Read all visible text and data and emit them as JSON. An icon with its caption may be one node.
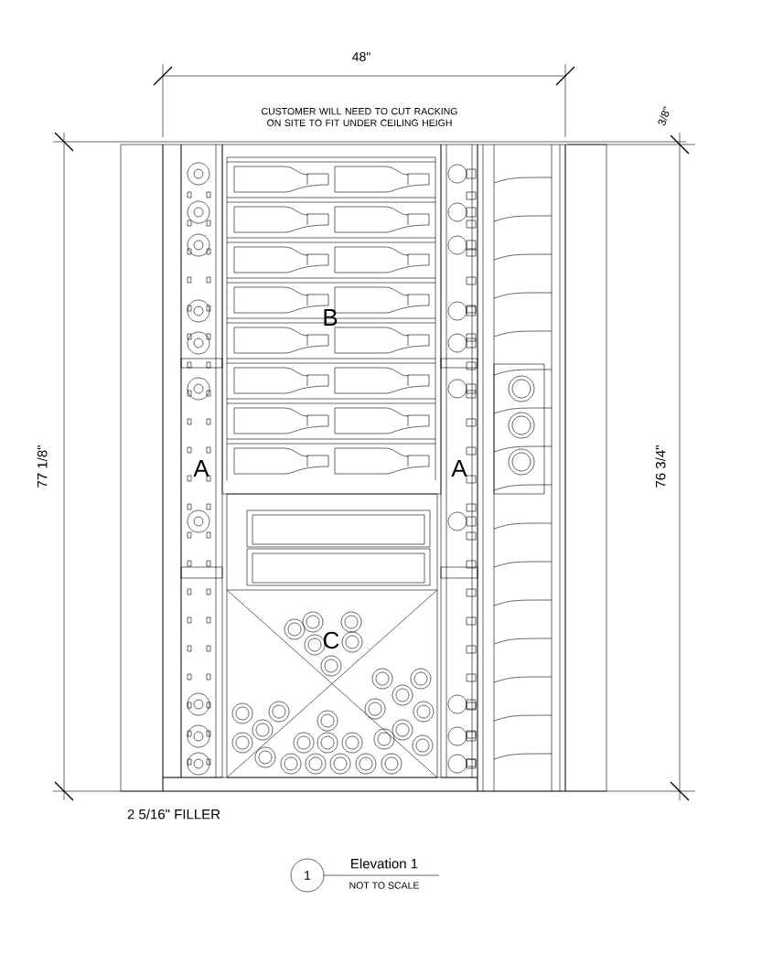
{
  "diagram": {
    "labels": [
      "48\"",
      "CUSTOMER WILL NEED TO CUT RACKING ON SITE TO FIT UNDER CEILING HEIGH",
      "3/8\"",
      "77 1/8\"",
      "B",
      "A",
      "A",
      "76 3/4\"",
      "C",
      "2 5/16\" FILLER",
      "1",
      "Elevation 1",
      "NOT TO SCALE"
    ]
  }
}
